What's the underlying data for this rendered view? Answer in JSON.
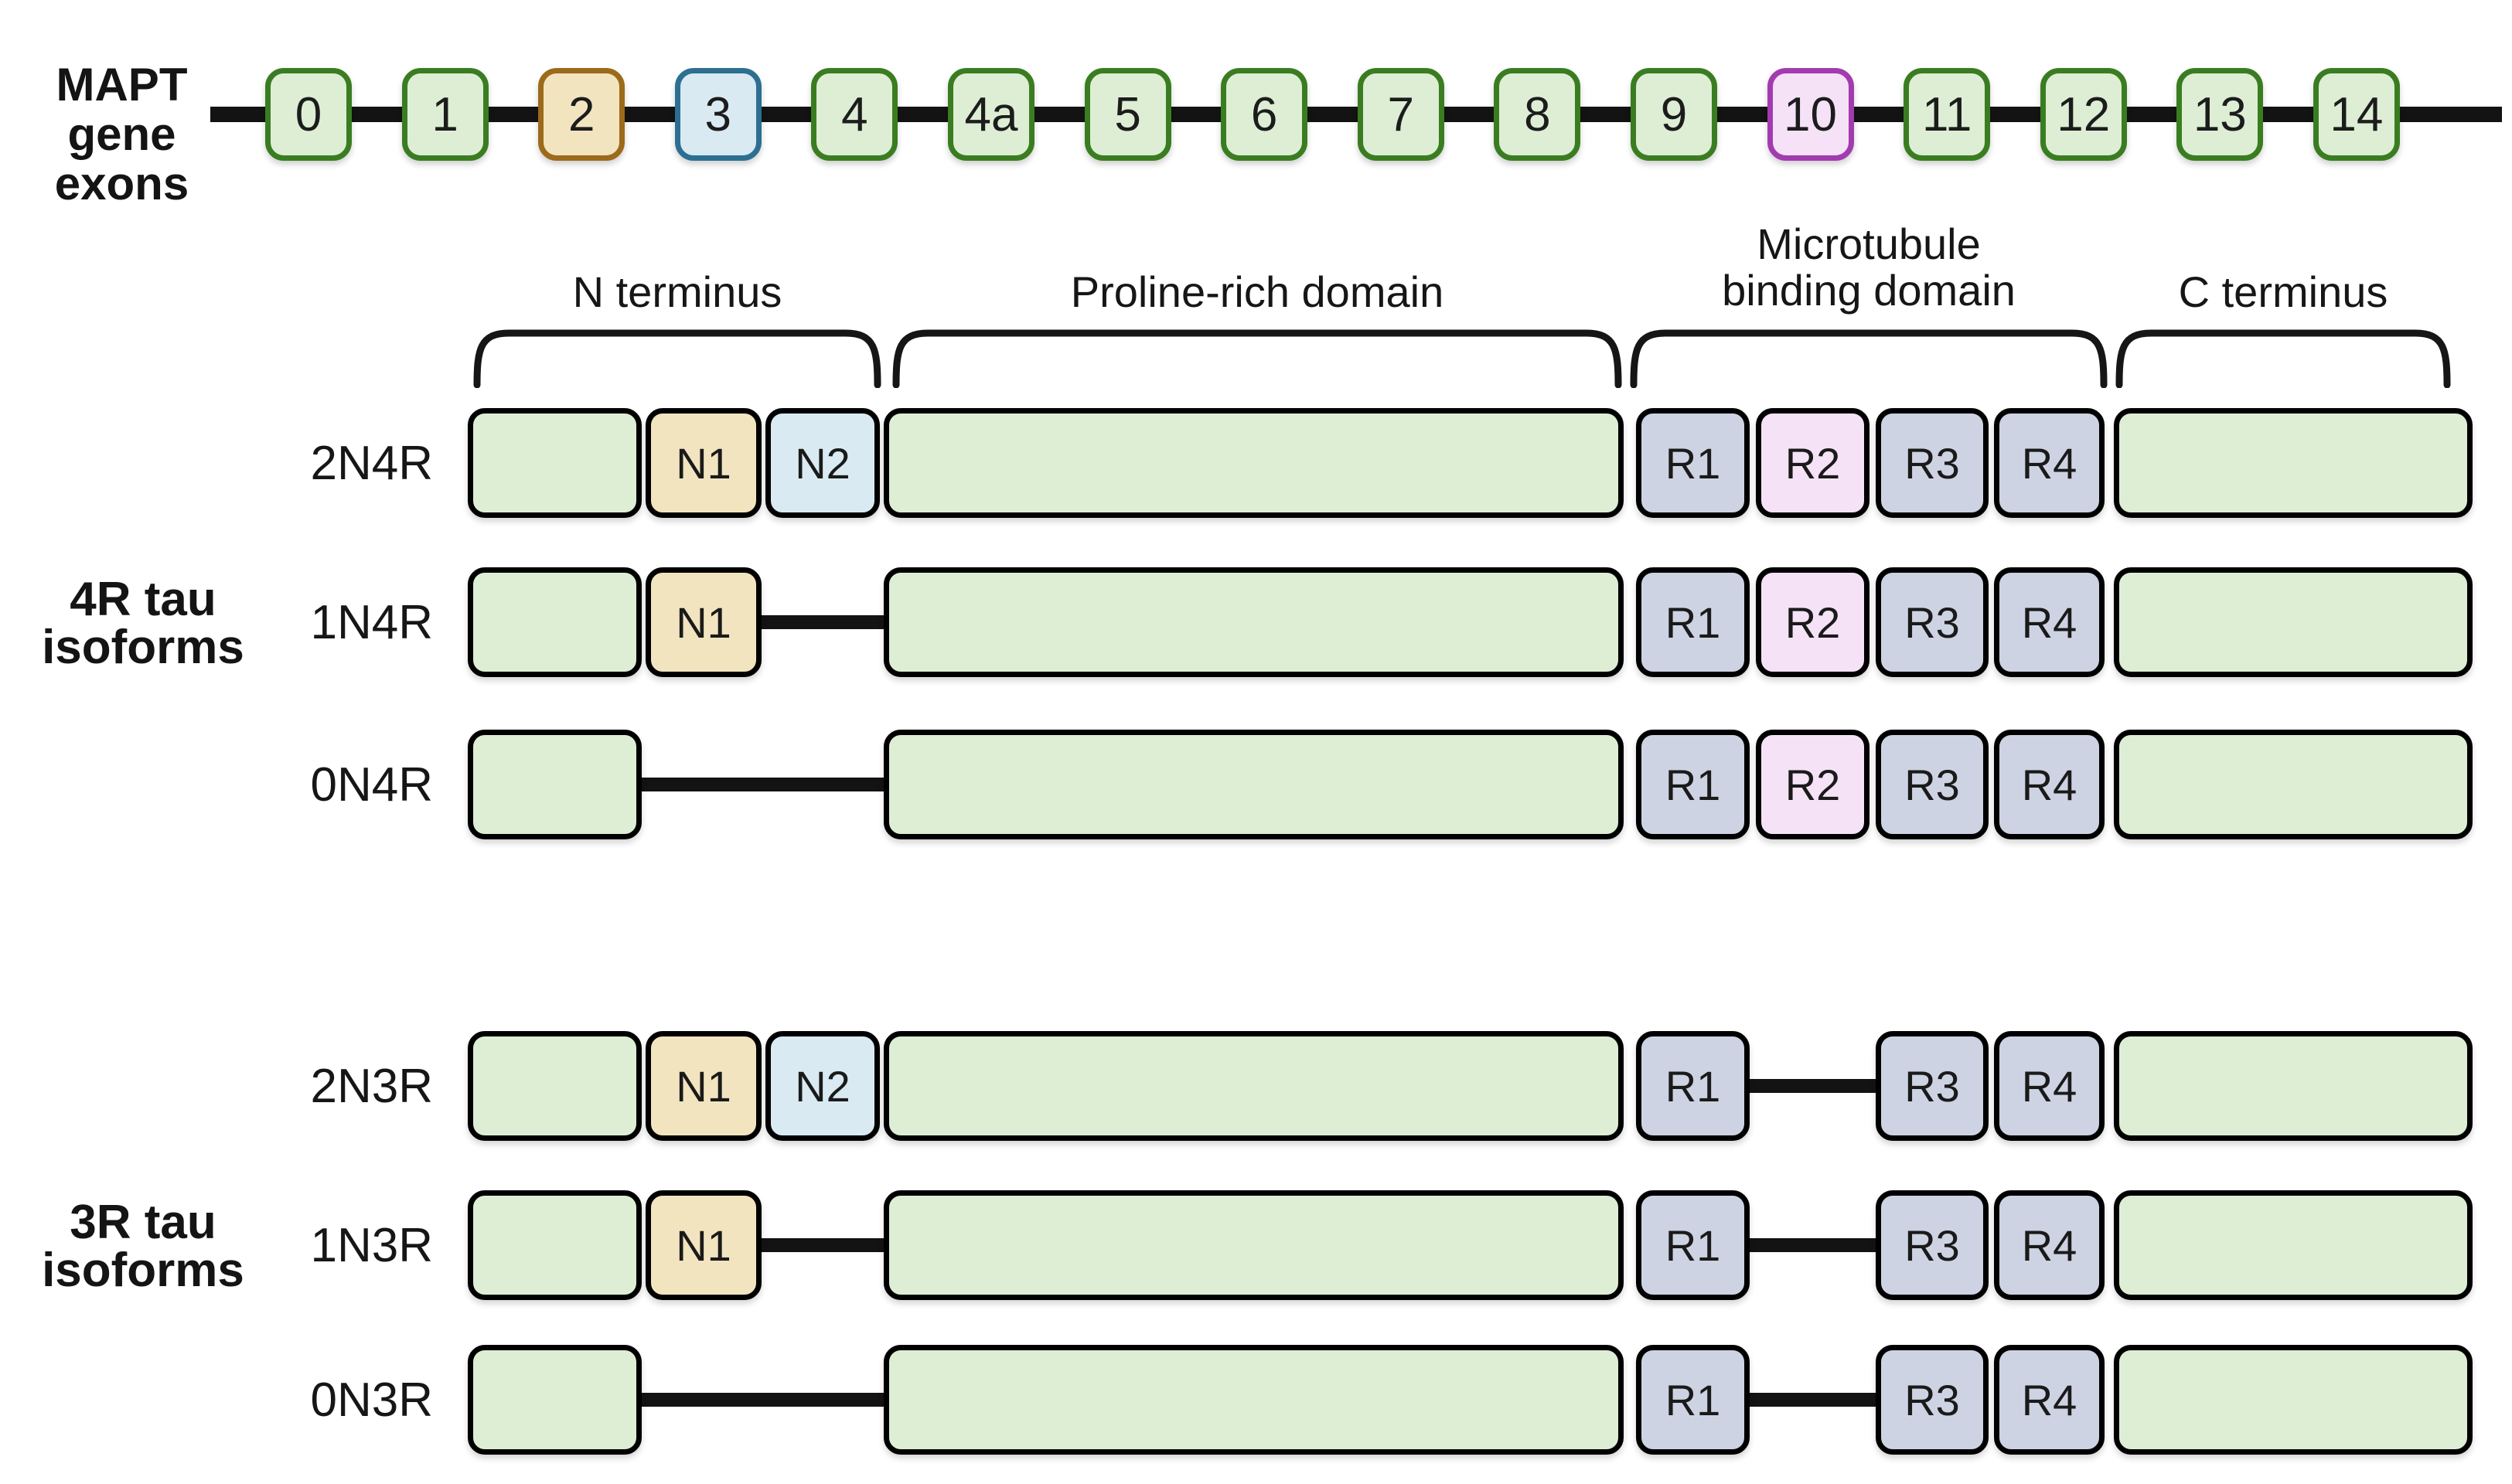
{
  "colors": {
    "green_fill": "#ddeed5",
    "green_border": "#3a7d21",
    "tan_fill": "#f2e4bf",
    "tan_border": "#9c6a1b",
    "blue_fill": "#d9eaf3",
    "blue_border": "#2d6f91",
    "pink_fill": "#f5e2f7",
    "pink_border": "#a33bb0",
    "slate_fill": "#cdd3e2",
    "slate_border": "#2b3d66",
    "line_black": "#131313"
  },
  "gene": {
    "label_lines": [
      "MAPT",
      "gene",
      "exons"
    ],
    "exons": [
      {
        "label": "0",
        "type": "green"
      },
      {
        "label": "1",
        "type": "green"
      },
      {
        "label": "2",
        "type": "tan"
      },
      {
        "label": "3",
        "type": "blue"
      },
      {
        "label": "4",
        "type": "green"
      },
      {
        "label": "4a",
        "type": "green"
      },
      {
        "label": "5",
        "type": "green"
      },
      {
        "label": "6",
        "type": "green"
      },
      {
        "label": "7",
        "type": "green"
      },
      {
        "label": "8",
        "type": "green"
      },
      {
        "label": "9",
        "type": "green"
      },
      {
        "label": "10",
        "type": "pink"
      },
      {
        "label": "11",
        "type": "green"
      },
      {
        "label": "12",
        "type": "green"
      },
      {
        "label": "13",
        "type": "green"
      },
      {
        "label": "14",
        "type": "green"
      }
    ]
  },
  "domains": [
    {
      "lines": [
        "N terminus"
      ]
    },
    {
      "lines": [
        "Proline-rich domain"
      ]
    },
    {
      "lines": [
        "Microtubule",
        "binding domain"
      ]
    },
    {
      "lines": [
        "C terminus"
      ]
    }
  ],
  "segment_labels": {
    "n1": "N1",
    "n2": "N2",
    "r1": "R1",
    "r2": "R2",
    "r3": "R3",
    "r4": "R4"
  },
  "groups": [
    {
      "label_lines": [
        "4R tau",
        "isoforms"
      ],
      "rows": [
        {
          "name": "2N4R",
          "n1": true,
          "n2": true,
          "r2": true
        },
        {
          "name": "1N4R",
          "n1": true,
          "n2": false,
          "r2": true
        },
        {
          "name": "0N4R",
          "n1": false,
          "n2": false,
          "r2": true
        }
      ]
    },
    {
      "label_lines": [
        "3R tau",
        "isoforms"
      ],
      "rows": [
        {
          "name": "2N3R",
          "n1": true,
          "n2": true,
          "r2": false
        },
        {
          "name": "1N3R",
          "name_note": "",
          "n1": true,
          "n2": false,
          "r2": false
        },
        {
          "name": "0N3R",
          "n1": false,
          "n2": false,
          "r2": false
        }
      ]
    }
  ]
}
